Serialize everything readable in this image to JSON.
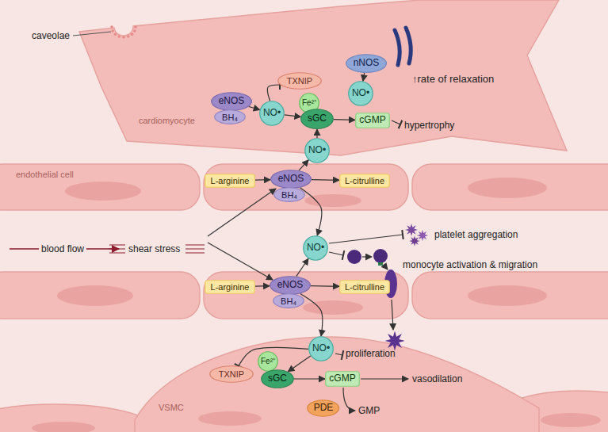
{
  "diagram": {
    "nodes": [
      {
        "text": [
          "cardiomyocyte"
        ]
      },
      {
        "text": [
          "eNOS"
        ],
        "in": 0
      },
      {
        "text": [
          "BH₄"
        ],
        "in": 0
      },
      {
        "text": [
          "TXNIP"
        ],
        "in": 0
      },
      {
        "text": [
          "NO•"
        ],
        "in": 0
      },
      {
        "text": [
          "Fe²⁺"
        ],
        "in": 0
      },
      {
        "text": [
          "sGC"
        ],
        "in": 0
      },
      {
        "text": [
          "nNOS"
        ],
        "in": 0
      },
      {
        "text": [
          "NO•"
        ],
        "in": 0
      },
      {
        "text": [
          "NO•"
        ],
        "in": 0
      },
      {
        "text": [
          "cGMP"
        ],
        "in": 0
      },
      {
        "text": [
          "endothelial cell"
        ]
      },
      {
        "text": [
          "L-arginine"
        ],
        "in": 11
      },
      {
        "text": [
          "eNOS"
        ],
        "in": 11
      },
      {
        "text": [
          "BH₄"
        ],
        "in": 11
      },
      {
        "text": [
          "L-citrulline"
        ],
        "in": 11
      },
      {
        "text": [
          "NO•"
        ]
      },
      {
        "text": [
          "L-arginine"
        ]
      },
      {
        "text": [
          "eNOS"
        ]
      },
      {
        "text": [
          "BH₄"
        ]
      },
      {
        "text": [
          "L-citrulline"
        ]
      },
      {
        "text": [
          "VSMC"
        ]
      },
      {
        "text": [
          "NO•"
        ],
        "in": 21
      },
      {
        "text": [
          "TXNIP"
        ],
        "in": 21
      },
      {
        "text": [
          "Fe²⁺"
        ],
        "in": 21
      },
      {
        "text": [
          "sGC"
        ],
        "in": 21
      },
      {
        "text": [
          "cGMP"
        ],
        "in": 21
      },
      {
        "text": [
          "PDE"
        ],
        "in": 21
      }
    ],
    "edges": [
      {
        "from": 1,
        "to": 4,
        "arrow": "to"
      },
      {
        "from": 4,
        "to": 3,
        "arrow": "to"
      },
      {
        "from": 4,
        "to": 6,
        "arrow": "to"
      },
      {
        "from": 7,
        "to": 8,
        "arrow": "to"
      },
      {
        "from": 6,
        "to": 10,
        "arrow": "to"
      },
      {
        "from": 9,
        "to": 6,
        "arrow": "to"
      },
      {
        "from": 12,
        "to": 13,
        "arrow": "to"
      },
      {
        "from": 13,
        "to": 15,
        "arrow": "to"
      },
      {
        "from": 13,
        "to": 9,
        "arrow": "to"
      },
      {
        "from": 13,
        "to": 16,
        "arrow": "to"
      },
      {
        "from": 18,
        "to": 16,
        "arrow": "to"
      },
      {
        "from": 17,
        "to": 18,
        "arrow": "to"
      },
      {
        "from": 18,
        "to": 20,
        "arrow": "to"
      },
      {
        "from": 18,
        "to": 22,
        "arrow": "to"
      },
      {
        "from": 22,
        "to": 23,
        "arrow": "to"
      },
      {
        "from": 22,
        "to": 25,
        "arrow": "to"
      },
      {
        "from": 25,
        "to": 26,
        "arrow": "to"
      }
    ],
    "labels": [
      "caveolae",
      "↑rate of relaxation",
      "hypertrophy",
      "blood flow",
      "shear stress",
      "platelet aggregation",
      "monocyte activation & migration",
      "proliferation",
      "vasodilation",
      "GMP"
    ]
  }
}
